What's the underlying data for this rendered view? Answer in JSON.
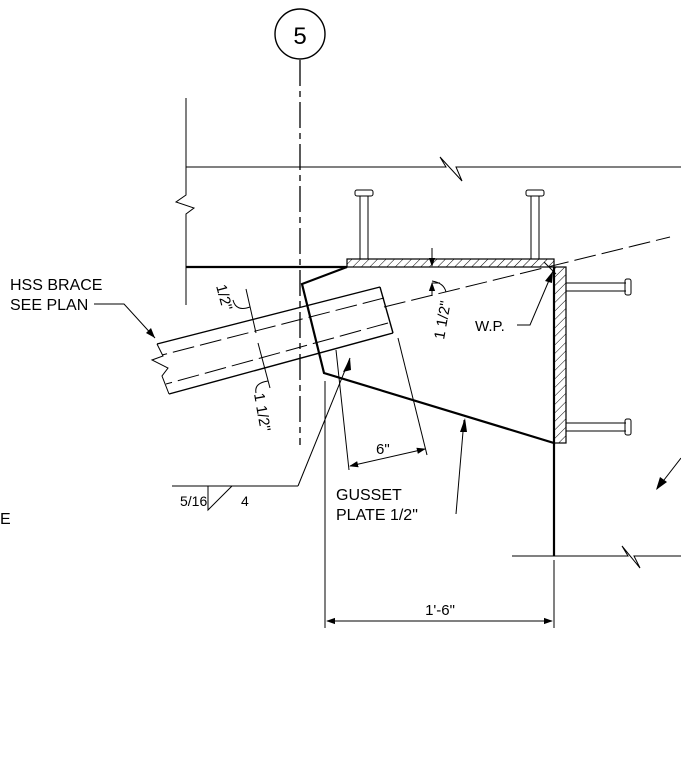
{
  "grid": {
    "bubble_label": "5"
  },
  "labels": {
    "brace_line1": "HSS BRACE",
    "brace_line2": "SEE PLAN",
    "wp": "W.P.",
    "gusset_line1": "GUSSET",
    "gusset_line2": "PLATE 1/2\"",
    "left_edge": "E"
  },
  "dimensions": {
    "offset_top": "1/2\"",
    "offset_right": "1 1/2\"",
    "offset_bottom": "1 1/2\"",
    "weld_length": "6\"",
    "overall_width": "1'-6\""
  },
  "weld": {
    "size": "5/16",
    "length": "4"
  }
}
